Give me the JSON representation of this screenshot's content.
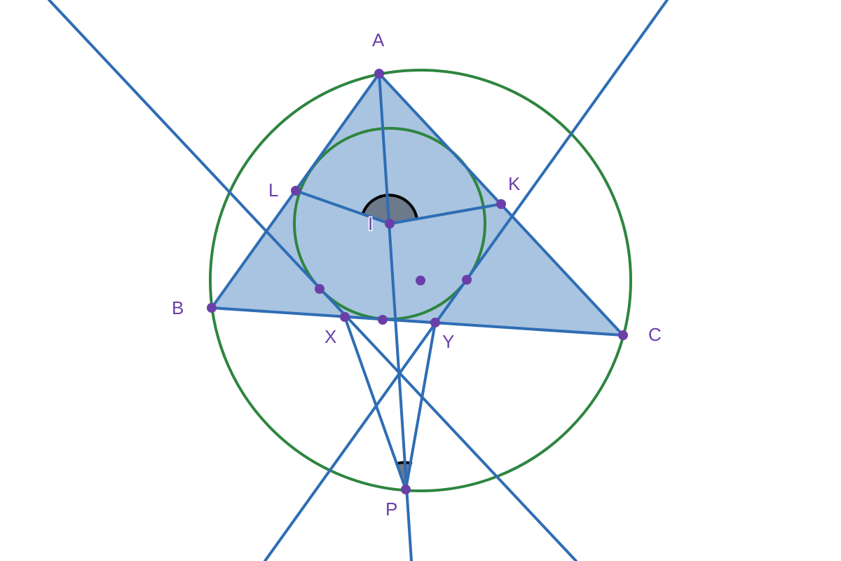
{
  "colors": {
    "line": "#2f6db5",
    "circle": "#2e8540",
    "fill": "#a9c4e0",
    "point": "#6a3fa8",
    "angle_fill": "#6d7a8c",
    "angle_stroke": "#000000"
  },
  "labels": {
    "A": "A",
    "B": "B",
    "C": "C",
    "I": "I",
    "K": "K",
    "L": "L",
    "X": "X",
    "Y": "Y",
    "P": "P"
  }
}
